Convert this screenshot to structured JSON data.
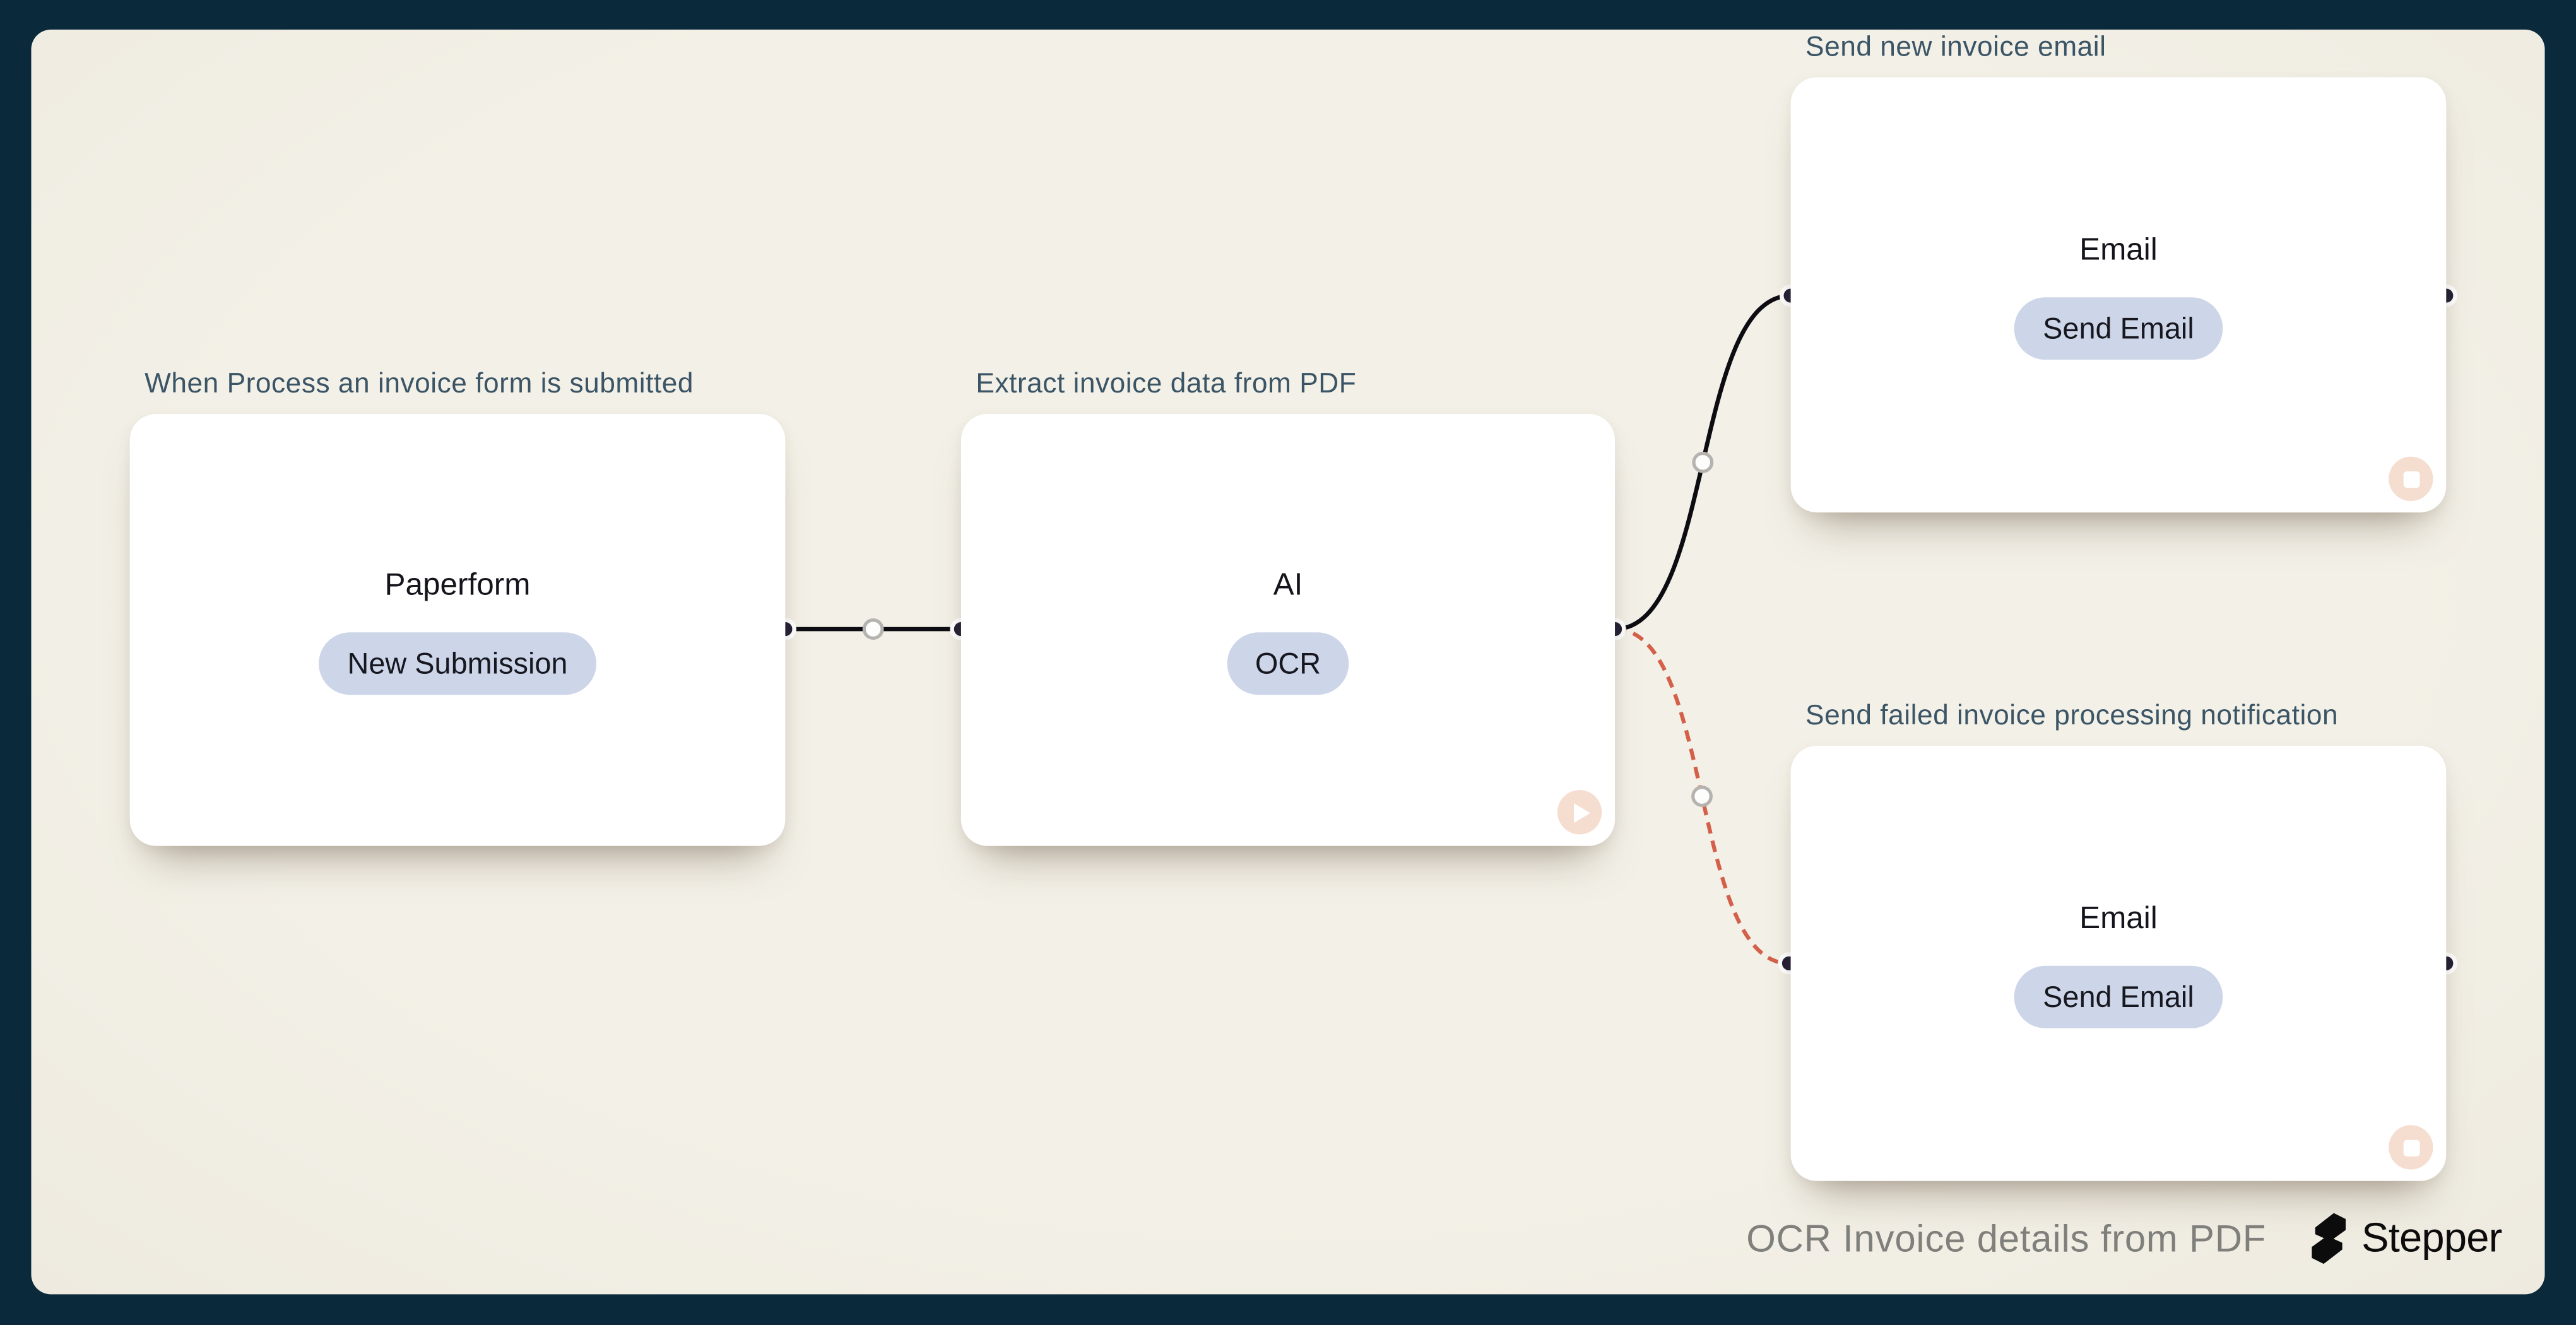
{
  "nodes": [
    {
      "label": "When Process an invoice form is submitted",
      "title": "Paperform",
      "badge": "New Submission"
    },
    {
      "label": "Extract invoice data from PDF",
      "title": "AI",
      "badge": "OCR"
    },
    {
      "label": "Send new invoice email",
      "title": "Email",
      "badge": "Send Email"
    },
    {
      "label": "Send failed invoice processing notification",
      "title": "Email",
      "badge": "Send Email"
    }
  ],
  "edges": [
    {
      "from": "Paperform",
      "to": "AI",
      "style": "solid"
    },
    {
      "from": "AI",
      "to": "Email (success)",
      "style": "solid"
    },
    {
      "from": "AI",
      "to": "Email (failure)",
      "style": "dashed"
    }
  ],
  "icons": {
    "ai_corner": "play-icon",
    "email_success_corner": "stop-icon",
    "email_failure_corner": "stop-icon",
    "edge_midpoint": "circle-handle"
  },
  "footer": {
    "caption": "OCR Invoice details from PDF",
    "brand": "Stepper"
  },
  "colors": {
    "frame": "#0a2a3c",
    "canvas": "#f1ede4",
    "card": "#ffffff",
    "badge_bg": "#cdd6e9",
    "label_text": "#3b5566",
    "edge_solid": "#0c0c12",
    "edge_failure": "#d4604a",
    "port": "#211d33",
    "corner_button_bg": "#f5ddd0",
    "caption_text": "#7f7f7b"
  }
}
